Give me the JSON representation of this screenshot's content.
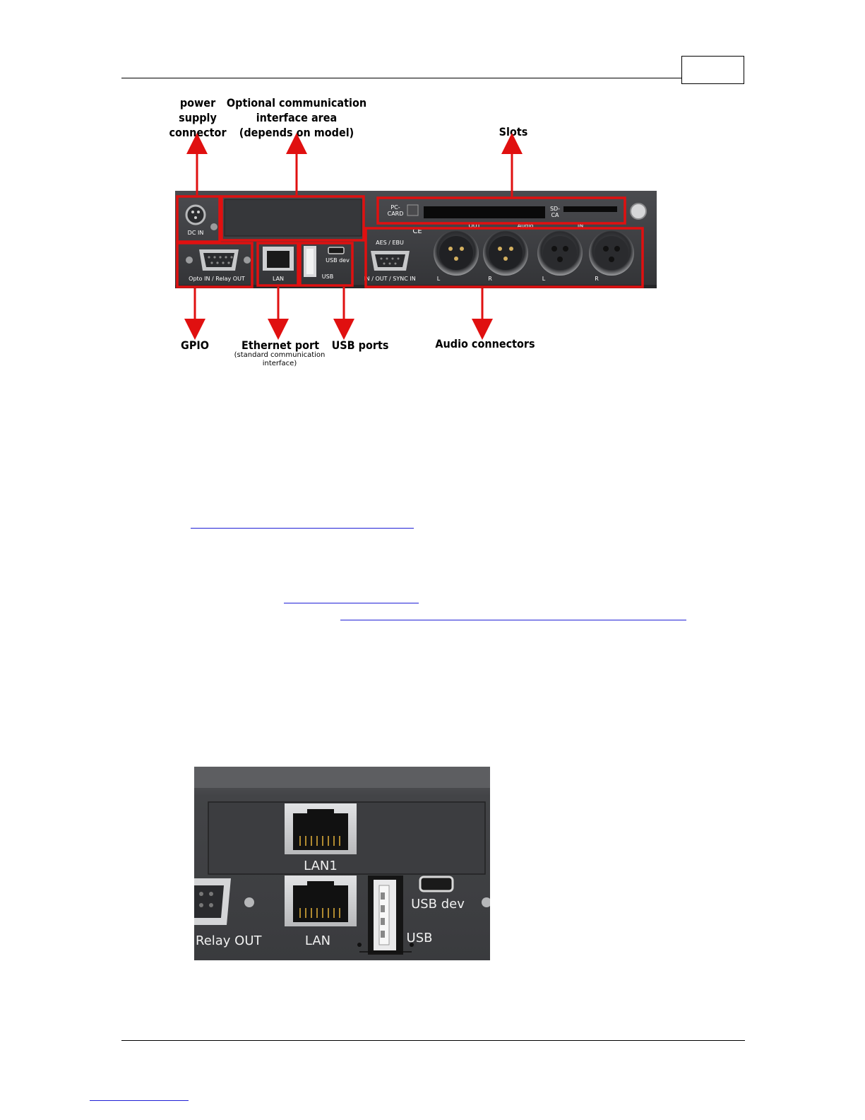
{
  "diagram": {
    "callouts": {
      "power": "power\nsupply\nconnector",
      "optional": "Optional communication\ninterface area\n(depends on model)",
      "slots": "Slots",
      "gpio": "GPIO",
      "ethernet": "Ethernet port",
      "ethernet_sub": "(standard communication\ninterface)",
      "usb": "USB ports",
      "audio": "Audio connectors"
    },
    "panel_labels": {
      "dc_in": "DC IN",
      "pc_card": "PC-\nCARD",
      "sd_card": "SD-\nCA",
      "opto_relay": "Opto IN / Relay OUT",
      "lan": "LAN",
      "usb_dev": "USB dev",
      "usb": "USB",
      "aes_ebu": "AES / EBU",
      "in_out_sync": "IN / OUT / SYNC IN",
      "out": "OUT",
      "audio": "Audio",
      "in": "IN",
      "ce": "CE",
      "l": "L",
      "r": "R"
    }
  },
  "photo2": {
    "lan1": "LAN1",
    "lan": "LAN",
    "usb_dev": "USB dev",
    "usb": "USB",
    "relay_out": "Relay OUT"
  },
  "colors": {
    "highlight_red": "#e01010",
    "panel_dark": "#3a3b3e",
    "link_blue": "#1f1fd6"
  }
}
